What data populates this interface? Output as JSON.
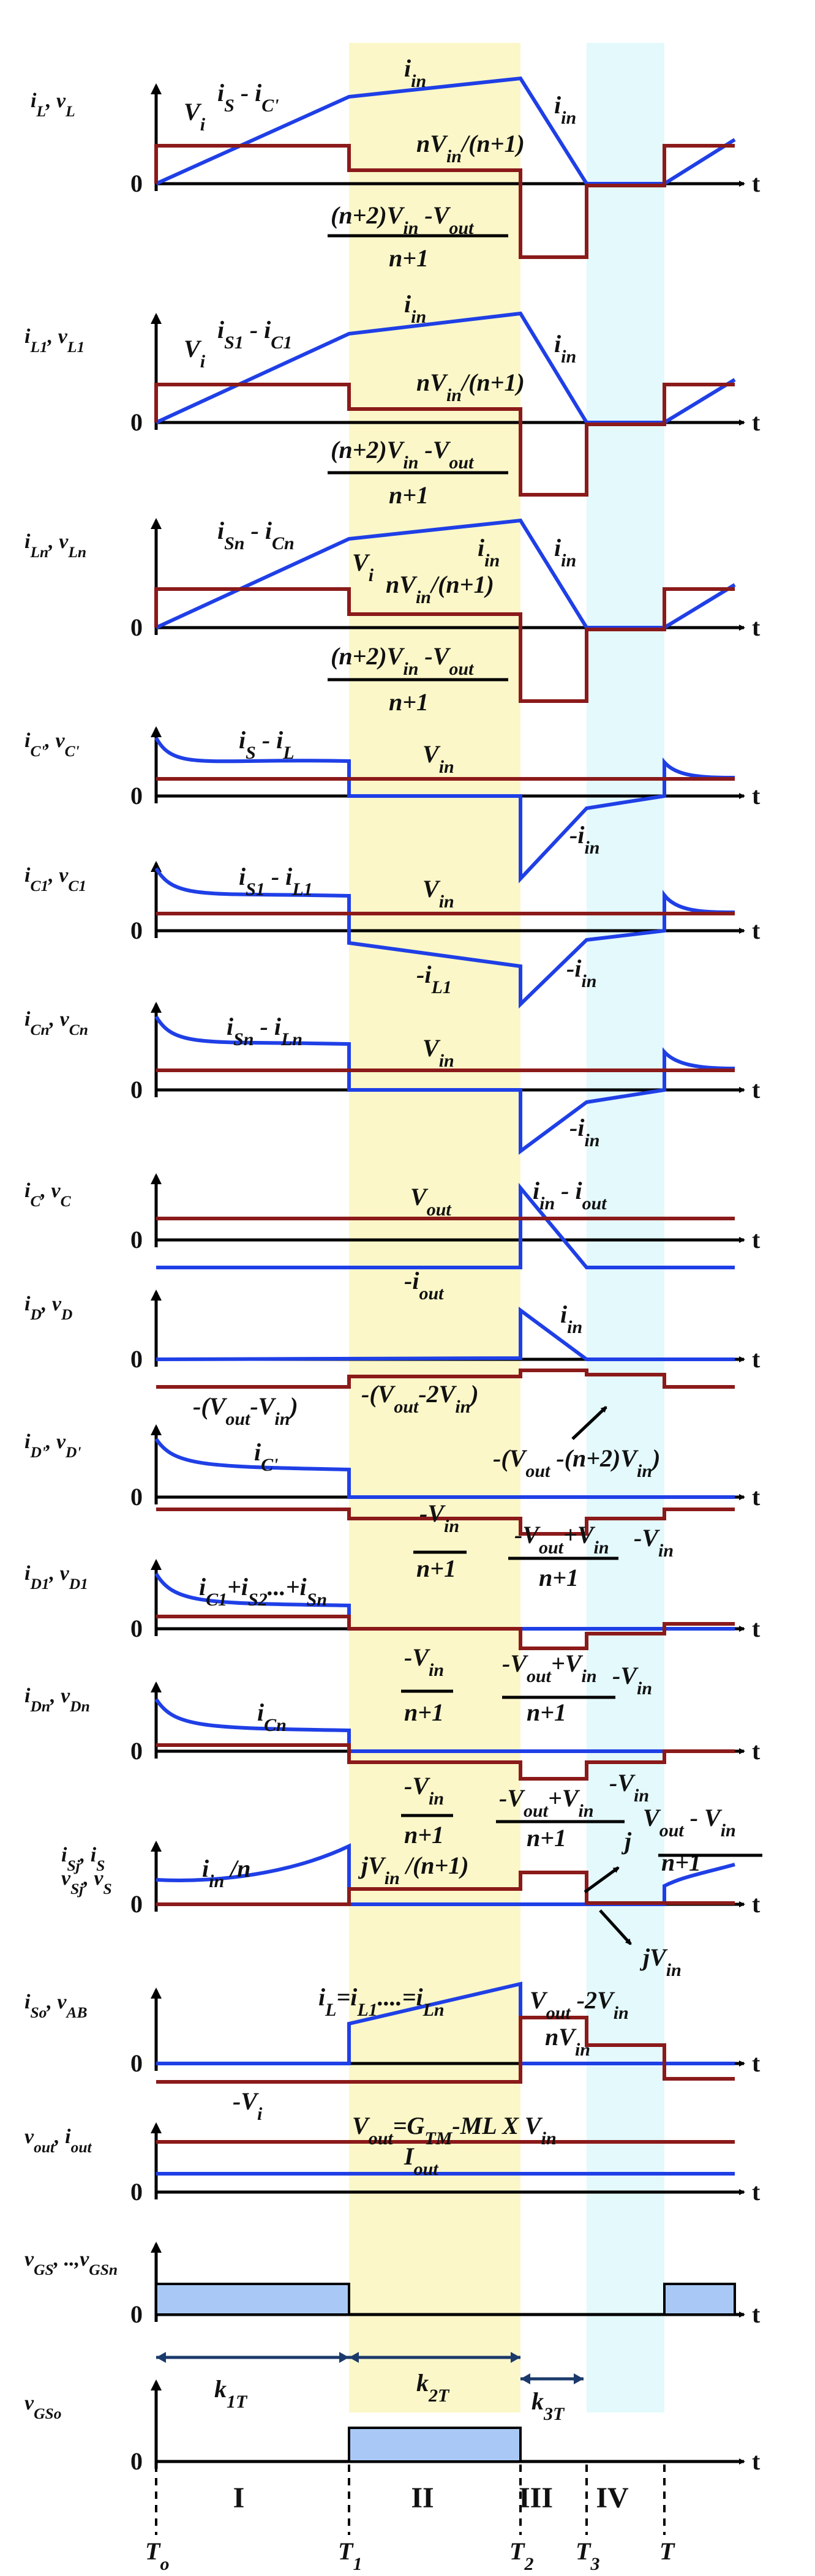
{
  "colors": {
    "current_blue": "#1f3fe6",
    "voltage_red": "#8b1a1a",
    "interval_II_yellow": "#fbf7c8",
    "interval_IV_cyan": "#e3f9fc",
    "gate_fill": "#a9c8f5",
    "axis_black": "#000000"
  },
  "time_axis_label": "t",
  "zero_label": "0",
  "panels": [
    {
      "ylabel": "i_L, v_L",
      "labels": [
        "V_i",
        "i_S - i_C'",
        "i_in",
        "nV_in/(n+1)",
        "i_in",
        "(n+2)V_in -V_out",
        "n+1"
      ]
    },
    {
      "ylabel": "i_L1, v_L1",
      "labels": [
        "V_i",
        "i_S1 - i_C1",
        "i_in",
        "nV_in/(n+1)",
        "i_in",
        "(n+2)V_in -V_out",
        "n+1"
      ]
    },
    {
      "ylabel": "i_Ln, v_Ln",
      "labels": [
        "i_Sn - i_Cn",
        "V_i",
        "i_in",
        "nV_in/(n+1)",
        "i_in",
        "(n+2)V_in -V_out",
        "n+1"
      ]
    },
    {
      "ylabel": "i_C', v_C'",
      "labels": [
        "i_S - i_L",
        "V_in",
        "-i_in"
      ]
    },
    {
      "ylabel": "i_C1, v_C1",
      "labels": [
        "i_S1 - i_L1",
        "V_in",
        "-i_L1",
        "-i_in"
      ]
    },
    {
      "ylabel": "i_Cn, v_Cn",
      "labels": [
        "i_Sn - i_Ln",
        "V_in",
        "-i_in"
      ]
    },
    {
      "ylabel": "i_C, v_C",
      "labels": [
        "V_out",
        "i_in - i_out",
        "-i_out"
      ]
    },
    {
      "ylabel": "i_D, v_D",
      "labels": [
        "i_in",
        "-(V_out-V_in)",
        "-(V_out-2V_in)",
        "-(V_out -(n+2)V_in)"
      ]
    },
    {
      "ylabel": "i_D', v_D'",
      "labels": [
        "i_C'",
        "-V_in",
        "n+1",
        "-V_out+V_in",
        "n+1",
        "-V_in"
      ]
    },
    {
      "ylabel": "i_D1, v_D1",
      "labels": [
        "i_C1+i_S2...+i_Sn",
        "-V_in",
        "n+1",
        "-V_out+V_in",
        "n+1",
        "-V_in"
      ]
    },
    {
      "ylabel": "i_Dn, v_Dn",
      "labels": [
        "i_Cn",
        "-V_in",
        "n+1",
        "-V_out+V_in",
        "n+1",
        "-V_in"
      ]
    },
    {
      "ylabel": "i_Sj, i_S / v_Sj, v_S",
      "labels": [
        "i_in /n",
        "jV_in /(n+1)",
        "j",
        "V_out - V_in",
        "n+1",
        "jV_in"
      ]
    },
    {
      "ylabel": "i_So, v_AB",
      "labels": [
        "i_L=i_L1....=i_Ln",
        "V_out -2V_in",
        "nV_in",
        "-V_i"
      ]
    },
    {
      "ylabel": "v_out, i_out",
      "labels": [
        "V_out=G_TM-ML X V_in",
        "I_out"
      ]
    },
    {
      "ylabel": "v_GS, ..,v_GSn",
      "labels": []
    },
    {
      "ylabel": "v_GSo",
      "labels": [
        "k_1T",
        "k_2T",
        "k_3T"
      ]
    }
  ],
  "intervals": [
    "I",
    "II",
    "III",
    "IV"
  ],
  "time_marks": [
    "T_o",
    "T_1",
    "T_2",
    "T_3",
    "T"
  ],
  "durations": [
    "k_1T",
    "k_2T",
    "k_3T"
  ]
}
